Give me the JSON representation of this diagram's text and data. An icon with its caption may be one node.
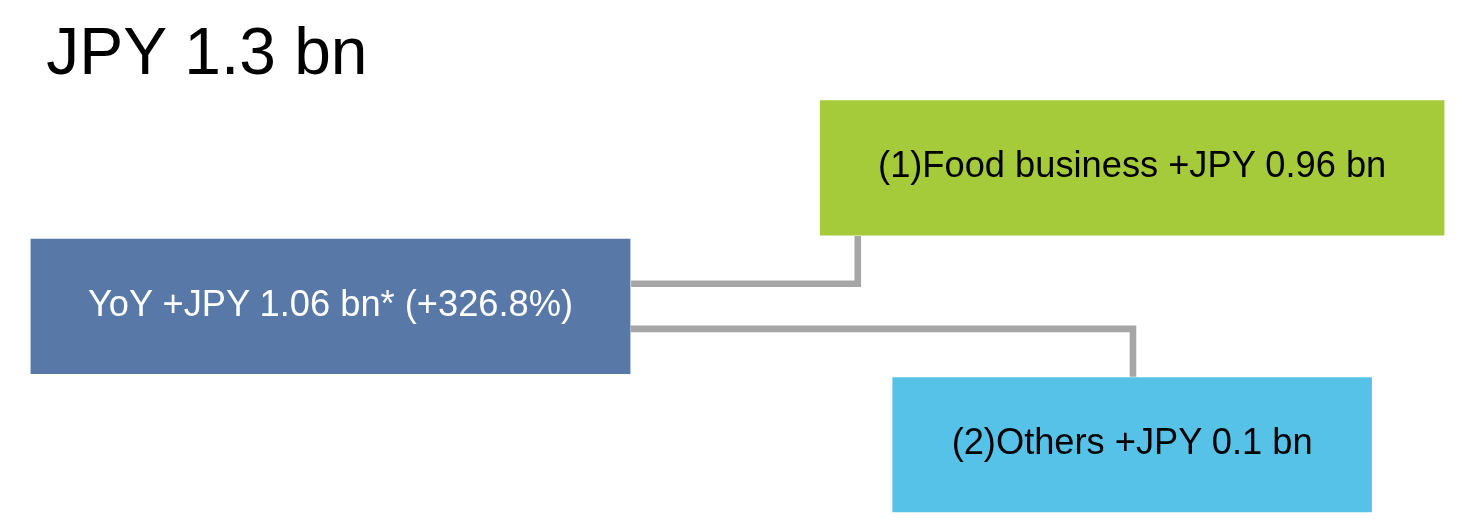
{
  "diagram": {
    "title": "JPY 1.3 bn",
    "nodes": [
      {
        "text": [
          "YoY +JPY 1.06 bn* (+326.8%)"
        ]
      },
      {
        "text": [
          "(1)Food business +JPY 0.96 bn"
        ]
      },
      {
        "text": [
          "(2)Others +JPY 0.1 bn"
        ]
      }
    ],
    "edges": [
      {
        "from": 0,
        "to": 1,
        "arrow": "none"
      },
      {
        "from": 0,
        "to": 2,
        "arrow": "none"
      }
    ]
  }
}
